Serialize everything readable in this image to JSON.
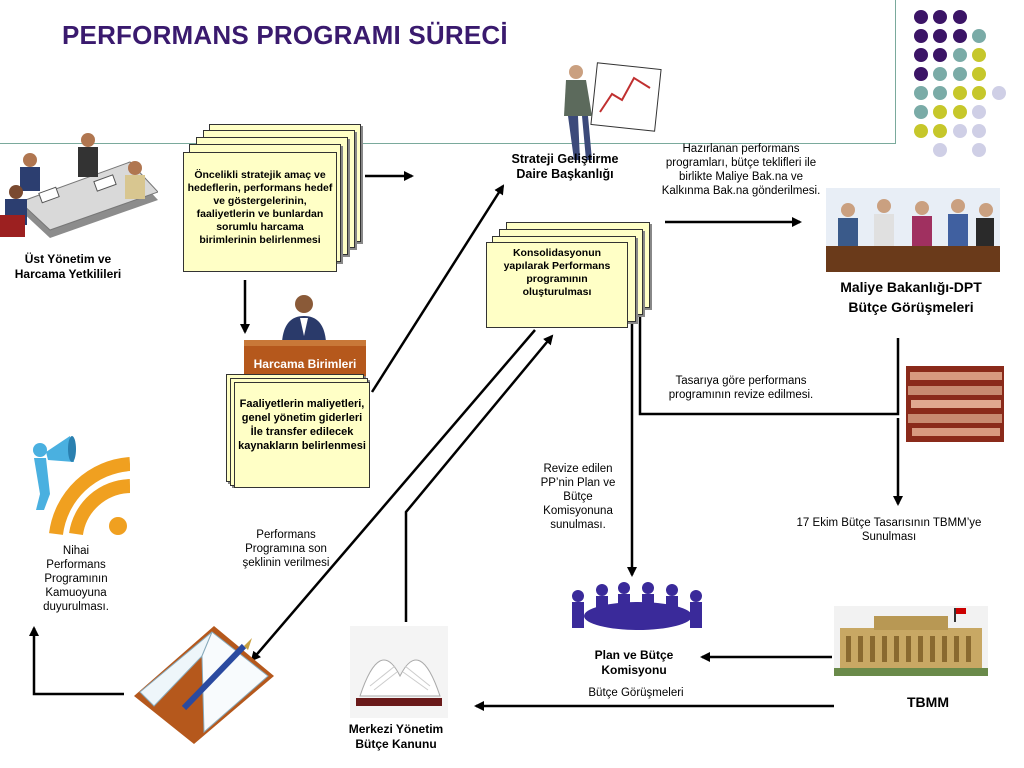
{
  "title": "PERFORMANS PROGRAMI SÜRECİ",
  "colors": {
    "title": "#3a1a6e",
    "purple": "#3b1466",
    "teal": "#7aaba7",
    "lime": "#c6c72b",
    "lavender": "#cfcfe6",
    "note": "#ffffc6",
    "desk": "#b5581c"
  },
  "nodes": {
    "top_management": "Üst Yönetim ve Harcama Yetkilileri",
    "strategy_dept": "Strateji Geliştirme Daire Başkanlığı",
    "ministry": "Maliye Bakanlığı-DPT Bütçe Görüşmeleri",
    "spending_units": "Harcama Birimleri",
    "plan_budget": "Plan ve Bütçe Komisyonu",
    "tbmm": "TBMM",
    "central_budget_law": "Merkezi Yönetim Bütçe Kanunu"
  },
  "docs": {
    "priorities": "Öncelikli stratejik amaç ve hedeflerin, performans hedef ve göstergelerinin, faaliyetlerin ve bunlardan sorumlu harcama birimlerinin belirlenmesi",
    "costs": "Faaliyetlerin maliyetleri, genel yönetim giderleri İle transfer edilecek kaynakların belirlenmesi",
    "consolidation": "Konsolidasyonun yapılarak Performans programının oluşturulması"
  },
  "notes": {
    "sent": "Hazırlanan performans programları, bütçe teklifleri ile birlikte Maliye Bak.na ve Kalkınma Bak.na gönderilmesi.",
    "revise": "Tasarıya göre performans programının revize edilmesi.",
    "revised_submission": "Revize edilen PP’nin Plan ve Bütçe Komisyonuna sunulması.",
    "oct17": "17 Ekim Bütçe Tasarısının TBMM’ye Sunulması",
    "final_form": "Performans Programına son şeklinin verilmesi",
    "publish": "Nihai Performans Programının Kamuoyuna duyurulması.",
    "budget_talks": "Bütçe Görüşmeleri"
  },
  "icons": [
    "meeting-icon",
    "presenter-chart-icon",
    "ministry-meeting-icon",
    "speaker-person-icon",
    "megaphone-icon",
    "document-stack-icon",
    "books-icon",
    "commission-meeting-icon",
    "parliament-building-icon",
    "open-book-icon",
    "notebook-pen-icon"
  ]
}
